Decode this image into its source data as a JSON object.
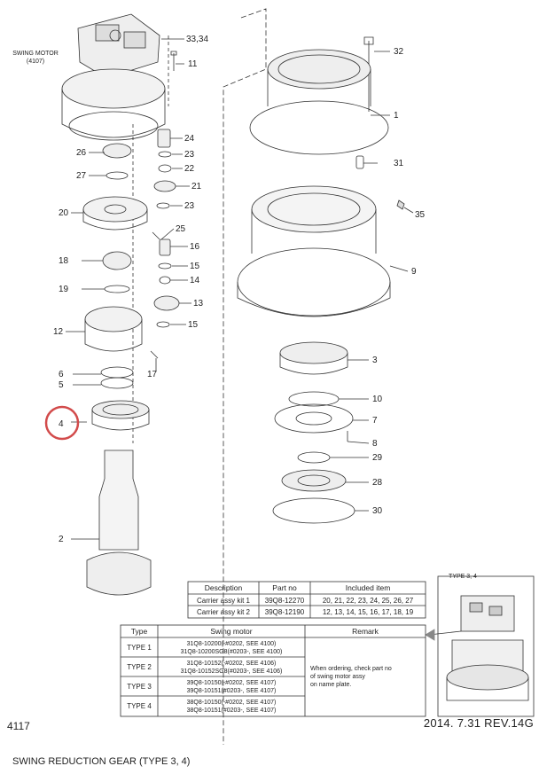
{
  "motor_label": {
    "line1": "SWING MOTOR",
    "line2": "(4107)"
  },
  "type_label": "TYPE 3, 4",
  "callouts": {
    "c3334": "33,34",
    "c11": "11",
    "c24": "24",
    "c26": "26",
    "c23a": "23",
    "c27": "27",
    "c22": "22",
    "c21": "21",
    "c20": "20",
    "c23b": "23",
    "c25": "25",
    "c16": "16",
    "c18": "18",
    "c15a": "15",
    "c19": "19",
    "c14": "14",
    "c13": "13",
    "c12": "12",
    "c15b": "15",
    "c17": "17",
    "c6": "6",
    "c5": "5",
    "c4": "4",
    "c2": "2",
    "c32": "32",
    "c1": "1",
    "c31": "31",
    "c35": "35",
    "c9": "9",
    "c3": "3",
    "c10": "10",
    "c7": "7",
    "c8": "8",
    "c29": "29",
    "c28": "28",
    "c30": "30"
  },
  "kit_table": {
    "headers": [
      "Description",
      "Part no",
      "Included item"
    ],
    "rows": [
      [
        "Carrier assy kit 1",
        "39Q8-12270",
        "20, 21, 22, 23, 24, 25, 26, 27"
      ],
      [
        "Carrier assy kit 2",
        "39Q8-12190",
        "12, 13, 14, 15, 16, 17, 18, 19"
      ]
    ]
  },
  "type_table": {
    "headers": [
      "Type",
      "Swing motor",
      "Remark"
    ],
    "rows": [
      {
        "type": "TYPE 1",
        "line1": "31Q8-10200(-#0202, SEE 4100)",
        "line2": "31Q8-10200SG8(#0203-, SEE 4100)"
      },
      {
        "type": "TYPE 2",
        "line1": "31Q8-10152(-#0202, SEE 4106)",
        "line2": "31Q8-10152SG8(#0203-, SEE 4106)"
      },
      {
        "type": "TYPE 3",
        "line1": "39Q8-10150(-#0202, SEE 4107)",
        "line2": "39Q8-10151(#0203-, SEE 4107)"
      },
      {
        "type": "TYPE 4",
        "line1": "38Q8-10150(-#0202, SEE 4107)",
        "line2": "38Q8-10151(#0203-, SEE 4107)"
      }
    ],
    "remark": {
      "line1": "When ordering, check part no",
      "line2": "of swing motor assy",
      "line3": "on name plate."
    }
  },
  "page_number": "4117",
  "revision": "2014. 7.31  REV.14G",
  "caption": "SWING REDUCTION GEAR (TYPE 3, 4)",
  "colors": {
    "highlight": "#d24b4b",
    "line": "#333333"
  }
}
